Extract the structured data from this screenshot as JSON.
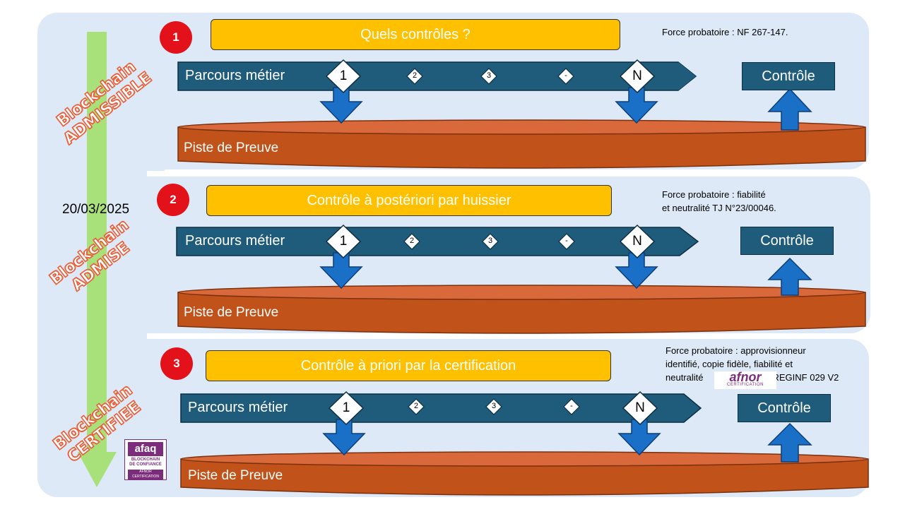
{
  "date": "20/03/2025",
  "colors": {
    "panel": "#dde9f6",
    "badge": "#e2111a",
    "title_box": "#ffc000",
    "process_arrow": "#1f5b7a",
    "blue_arrow": "#1a6fc7",
    "piste": "#c0521a",
    "green_arrow": "#a8e07a",
    "side_text_outline": "#e8603c"
  },
  "side_labels": [
    {
      "line1": "Blockchain",
      "line2": "ADMISSIBLE"
    },
    {
      "line1": "Blockchain",
      "line2": "ADMISE"
    },
    {
      "line1": "Blockchain",
      "line2": "CERTIFIEE"
    }
  ],
  "sections": [
    {
      "number": "1",
      "title": "Quels contrôles ?",
      "note_lines": [
        "Force probatoire : NF 267-147."
      ],
      "process_label": "Parcours métier",
      "steps": [
        "1",
        "2",
        "3",
        "-",
        "N"
      ],
      "control_label": "Contrôle",
      "piste_label": "Piste de Preuve"
    },
    {
      "number": "2",
      "title": "Contrôle à postériori par huissier",
      "note_lines": [
        "Force probatoire : fiabilité",
        "et neutralité TJ N°23/00046."
      ],
      "process_label": "Parcours métier",
      "steps": [
        "1",
        "2",
        "3",
        "-",
        "N"
      ],
      "control_label": "Contrôle",
      "piste_label": "Piste de Preuve"
    },
    {
      "number": "3",
      "title": "Contrôle à priori par la certification",
      "note_lines": [
        "Force probatoire :  approvisionneur",
        "identifié, copie fidèle, fiabilité et",
        "neutralité"
      ],
      "note_suffix": "REGINF 029 V2",
      "process_label": "Parcours métier",
      "steps": [
        "1",
        "2",
        "3",
        "-",
        "N"
      ],
      "control_label": "Contrôle",
      "piste_label": "Piste de Preuve"
    }
  ],
  "logos": {
    "afnor": {
      "name": "afnor",
      "sub": "CERTIFICATION"
    },
    "afaq": {
      "name": "afaq",
      "line1": "BLOCKCHAIN",
      "line2": "DE CONFIANCE",
      "line3": "AFNOR CERTIFICATION"
    }
  }
}
